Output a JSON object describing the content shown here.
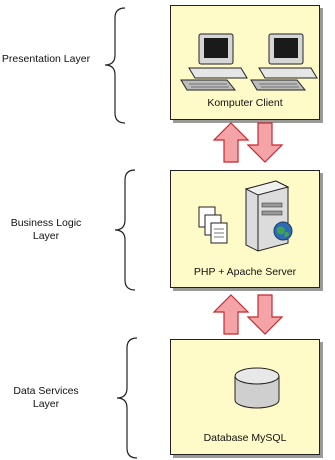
{
  "layers": [
    {
      "label": "Presentation Layer",
      "caption": "Komputer Client"
    },
    {
      "label": "Business Logic Layer",
      "caption": "PHP + Apache Server"
    },
    {
      "label": "Data Services Layer",
      "caption": "Database MySQL"
    }
  ],
  "colors": {
    "box_fill": "#fffbc8",
    "arrow_up": "#f4a3a7",
    "arrow_down": "#f4a3a7",
    "arrow_stroke": "#c8282e",
    "database_fill": "#d0d0d0",
    "globe": "#2e6bb5"
  },
  "icons": [
    "desktop-computer-icon",
    "server-icon",
    "documents-icon",
    "globe-icon",
    "database-icon"
  ]
}
